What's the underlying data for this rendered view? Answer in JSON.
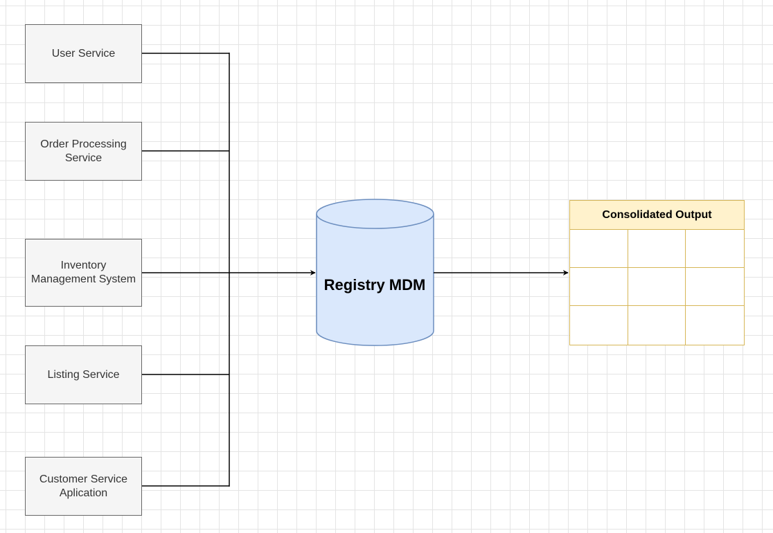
{
  "diagram": {
    "sources": [
      {
        "id": "user-service",
        "label": "User Service"
      },
      {
        "id": "order-processing-service",
        "label": "Order Processing\nService"
      },
      {
        "id": "inventory-management-system",
        "label": "Inventory\nManagement System"
      },
      {
        "id": "listing-service",
        "label": "Listing Service"
      },
      {
        "id": "customer-service-application",
        "label": "Customer Service\nAplication"
      }
    ],
    "hub": {
      "label": "Registry MDM",
      "fill": "#dae8fc",
      "stroke": "#6c8ebf"
    },
    "output": {
      "title": "Consolidated Output",
      "rows": 3,
      "columns": 3,
      "header_fill": "#fff2cc",
      "stroke": "#d6b656"
    }
  }
}
